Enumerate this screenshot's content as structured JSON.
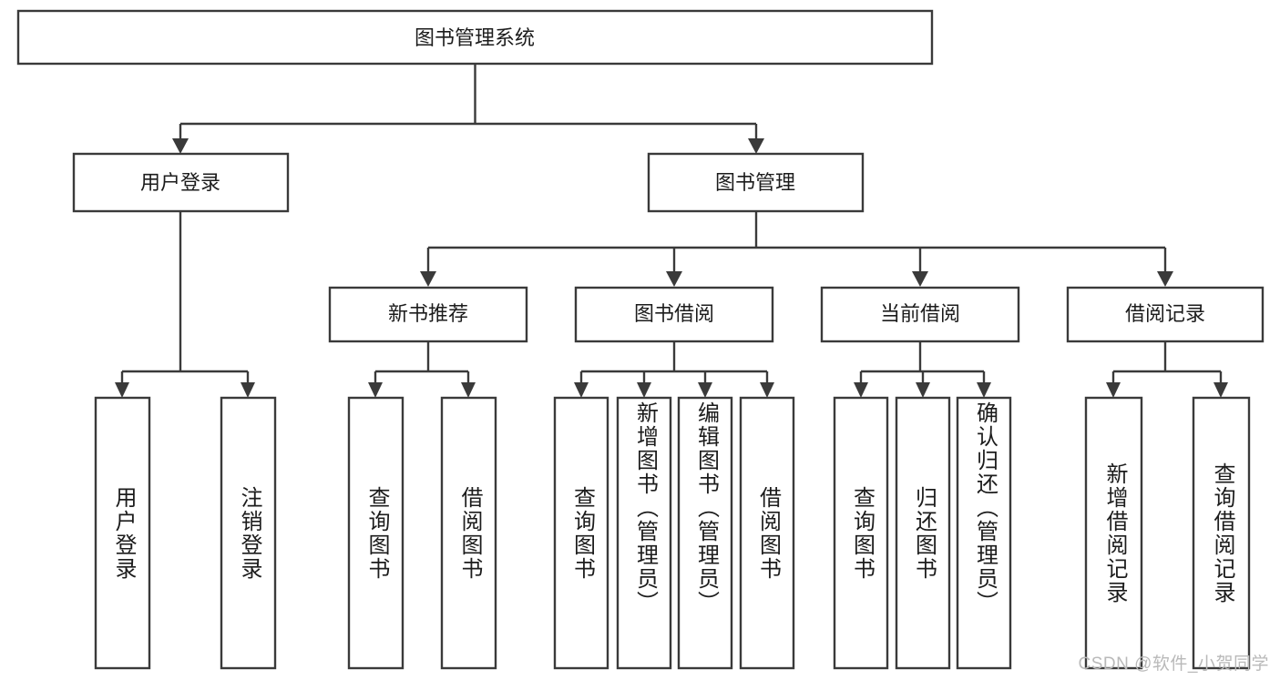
{
  "diagram": {
    "type": "tree-hierarchy-chart",
    "title_node": {
      "label": "图书管理系统"
    },
    "level2": [
      {
        "id": "user-login",
        "label": "用户登录"
      },
      {
        "id": "book-management",
        "label": "图书管理"
      }
    ],
    "level3": [
      {
        "id": "new-book-recommend",
        "label": "新书推荐",
        "parent": "book-management"
      },
      {
        "id": "book-borrow",
        "label": "图书借阅",
        "parent": "book-management"
      },
      {
        "id": "current-borrow",
        "label": "当前借阅",
        "parent": "book-management"
      },
      {
        "id": "borrow-record",
        "label": "借阅记录",
        "parent": "book-management"
      }
    ],
    "leaves": [
      {
        "id": "leaf-user-login",
        "label": "用户登录",
        "parent": "user-login"
      },
      {
        "id": "leaf-logout-login",
        "label": "注销登录",
        "parent": "user-login"
      },
      {
        "id": "leaf-query-book-1",
        "label": "查询图书",
        "parent": "new-book-recommend"
      },
      {
        "id": "leaf-borrow-book-1",
        "label": "借阅图书",
        "parent": "new-book-recommend"
      },
      {
        "id": "leaf-query-book-2",
        "label": "查询图书",
        "parent": "book-borrow"
      },
      {
        "id": "leaf-add-book",
        "label": "新增图书（管理员）",
        "parent": "book-borrow"
      },
      {
        "id": "leaf-edit-book",
        "label": "编辑图书（管理员）",
        "parent": "book-borrow"
      },
      {
        "id": "leaf-borrow-book-2",
        "label": "借阅图书",
        "parent": "book-borrow"
      },
      {
        "id": "leaf-query-book-3",
        "label": "查询图书",
        "parent": "current-borrow"
      },
      {
        "id": "leaf-return-book",
        "label": "归还图书",
        "parent": "current-borrow"
      },
      {
        "id": "leaf-confirm-return",
        "label": "确认归还（管理员）",
        "parent": "current-borrow"
      },
      {
        "id": "leaf-add-record",
        "label": "新增借阅记录",
        "parent": "borrow-record"
      },
      {
        "id": "leaf-query-record",
        "label": "查询借阅记录",
        "parent": "borrow-record"
      }
    ],
    "watermark": "CSDN @软件_小贺同学",
    "colors": {
      "box_stroke": "#3a3a3a",
      "box_fill": "#ffffff",
      "text": "#1c1c1c",
      "background": "#ffffff",
      "watermark_text": "#b9b9b9"
    }
  }
}
